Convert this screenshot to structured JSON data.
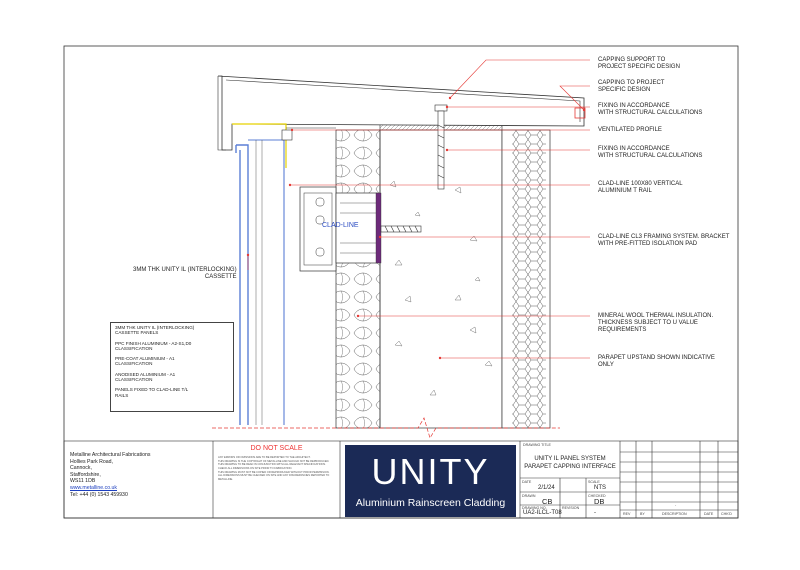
{
  "callouts": {
    "capping_support": "CAPPING SUPPORT TO\nPROJECT SPECIFIC DESIGN",
    "capping_project": "CAPPING TO PROJECT\nSPECIFIC DESIGN",
    "fixing_1": "FIXING IN ACCORDANCE\nWITH STRUCTURAL CALCULATIONS",
    "ventilated": "VENTILATED PROFILE",
    "fixing_2": "FIXING IN ACCORDANCE\nWITH STRUCTURAL CALCULATIONS",
    "t_rail": "CLAD-LINE 100X80 VERTICAL\nALUMINIUM T RAIL",
    "bracket": "CLAD-LINE CL3 FRAMING SYSTEM. BRACKET\nWITH PRE-FITTED ISOLATION PAD",
    "insulation": "MINERAL WOOL THERMAL INSULATION.\nTHICKNESS SUBJECT TO U VALUE\nREQUIREMENTS",
    "upstand": "PARAPET UPSTAND SHOWN INDICATIVE\nONLY",
    "cassette": "3MM THK UNITY IL (INTERLOCKING)\nCASSETTE",
    "bracket_brand": "CLAD-LINE"
  },
  "notes": [
    "3MM THK UNITY IL (INTERLOCKING)\nCASSETTE PANELS",
    "PPC FINISH ALUMINIUM - A2-S1,D0\nCLASSIFICATION",
    "PRE-COAT ALUMINIUM - A1\nCLASSIFICATION",
    "ANODISED ALUMINIUM - A1\nCLASSIFICATION",
    "PANELS FIXED TO CLAD-LINE T/L\nRAILS"
  ],
  "company": {
    "name": "Metalline Architectural Fabrications",
    "line1": "Hollies Park Road,",
    "line2": "Cannock,",
    "line3": "Staffordshire,",
    "line4": "WS11 1DB",
    "web": "www.metalline.co.uk",
    "tel": "Tel: +44 (0) 1543 459930"
  },
  "do_not_scale": {
    "heading": "DO NOT SCALE",
    "notes": [
      "ANY ERRORS OR OMISSIONS ARE TO BE REPORTED TO THE ARCHITECT.",
      "THIS DRAWING IS THE COPYRIGHT OF METALLINE AND SHOULD NOT BE REPRODUCED.",
      "THIS DRAWING TO BE READ IN CONJUNCTION WITH ALL RELEVANT SPECIFICATIONS.",
      "CHECK ALL DIMENSIONS ON SITE PRIOR TO FABRICATION.",
      "THIS DRAWING MUST NOT BE COPIED OR REPRODUCED WITHOUT PRIOR PERMISSION.",
      "ALL DIMENSIONS MUST BE CHECKED ON SITE AND ANY DISCREPANCIES REPORTED TO METALLINE."
    ]
  },
  "logo": {
    "title": "UNITY",
    "subtitle": "Aluminium Rainscreen Cladding"
  },
  "title_block": {
    "drawing_title_label": "DRAWING TITLE",
    "title_line1": "UNITY IL PANEL SYSTEM",
    "title_line2": "PARAPET CAPPING INTERFACE",
    "date_label": "DATE",
    "date": "2/1/24",
    "scale_label": "SCALE",
    "scale": "NTS",
    "drawn_label": "DRAWN",
    "drawn": "CB",
    "checked_label": "CHECKED",
    "checked": "DB",
    "drawing_no_label": "DRAWING NO.",
    "drawing_no": "UA2-ILCL-T08",
    "revision_label": "REVISION",
    "revision": "-"
  },
  "revisions": {
    "headers": [
      "REV",
      "BY",
      "DESCRIPTION",
      "DATE",
      "CHK'D"
    ],
    "row": [
      "",
      "",
      "-",
      "",
      ""
    ]
  },
  "colors": {
    "leader": "#e53935",
    "cassette": "#5b7fd6",
    "liner": "#e6d200",
    "bracket": "#6d2a7a",
    "logo_bg": "#1b2a56"
  }
}
